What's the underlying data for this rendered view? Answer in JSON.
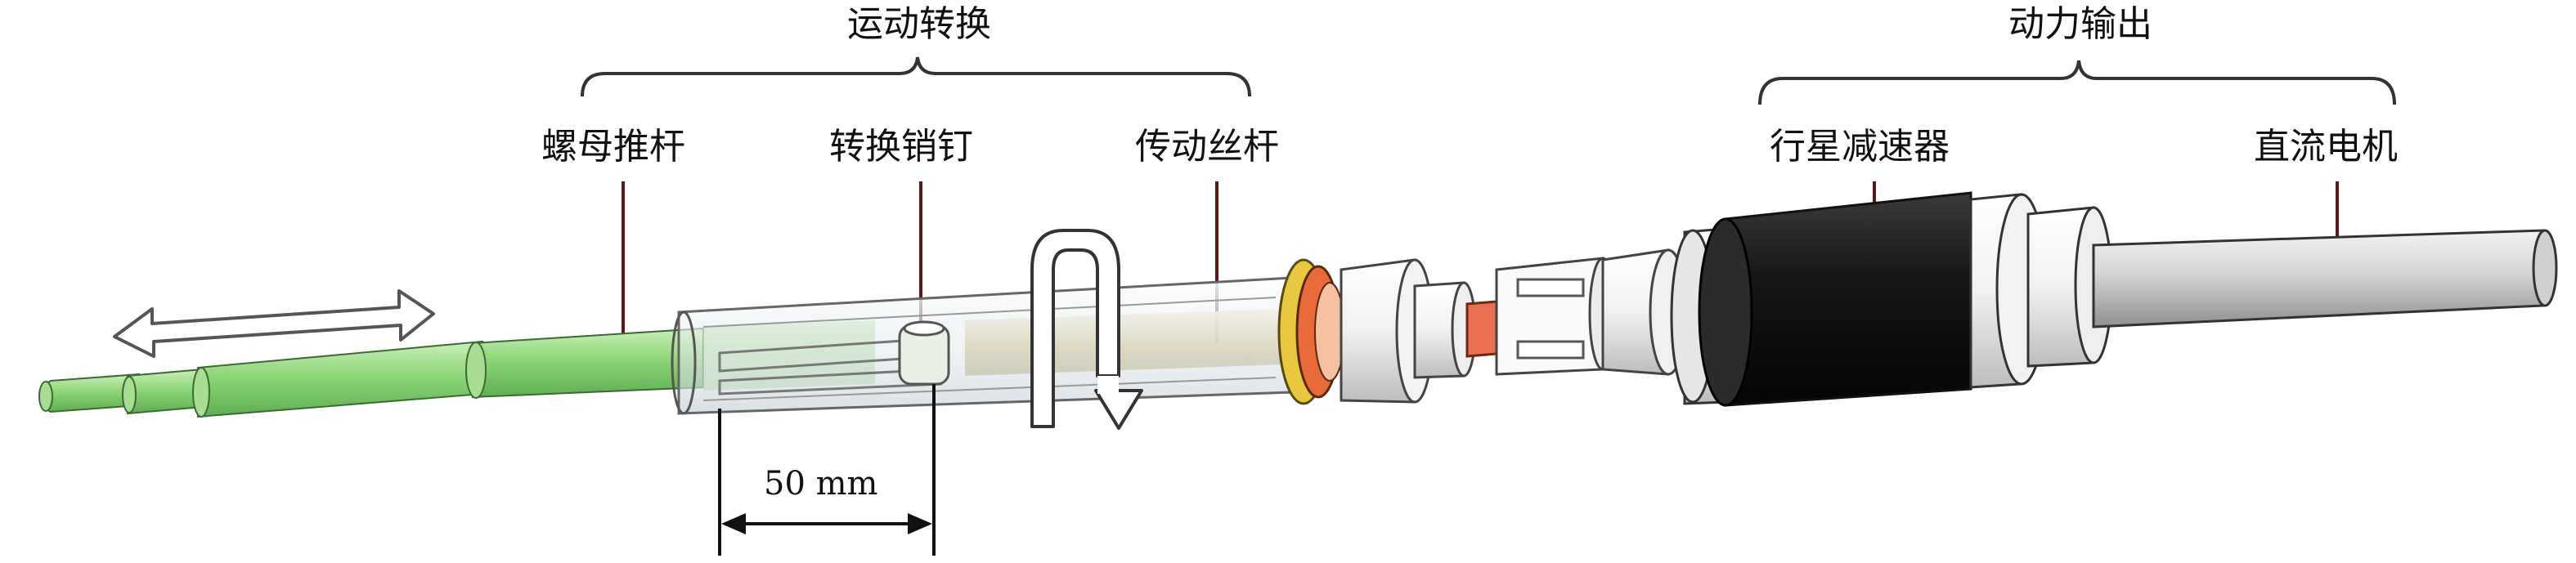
{
  "groups": {
    "motion_conversion": "运动转换",
    "power_output": "动力输出"
  },
  "parts": {
    "nut_push_rod": "螺母推杆",
    "conversion_pin": "转换销钉",
    "drive_screw": "传动丝杆",
    "planetary_reducer": "行星减速器",
    "dc_motor": "直流电机"
  },
  "dimension": "50 mm",
  "colors": {
    "rod_green": "#8fd57a",
    "housing_glass": "#e9eef0",
    "screw_tan": "#d9c89a",
    "collar_yellow": "#e8c840",
    "collar_orange": "#e86a3a",
    "coupling_orange": "#e87050",
    "reducer_black": "#161616",
    "motor_gray": "#c8c8c8"
  }
}
